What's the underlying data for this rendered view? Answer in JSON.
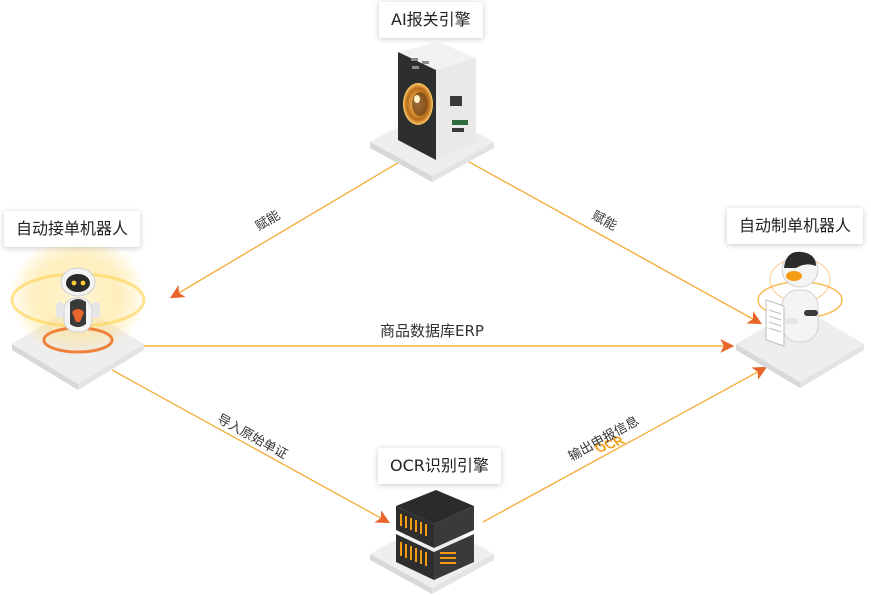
{
  "colors": {
    "arrow": "#f5b041",
    "arrowhead": "#e8652b",
    "platform_top": "#eeeeef",
    "platform_left": "#d8d8da",
    "platform_right": "#e3e3e5",
    "accent_orange": "#f39c12",
    "dark": "#2b2b2b"
  },
  "nodes": {
    "ai_engine": {
      "label": "AI报关引擎",
      "icon": "server-icon"
    },
    "receive_robot": {
      "label": "自动接单机器人",
      "icon": "robot-icon"
    },
    "make_robot": {
      "label": "自动制单机器人",
      "icon": "robot-with-document-icon"
    },
    "ocr_engine": {
      "label": "OCR识别引擎",
      "icon": "ocr-server-icon",
      "chip_text": "OCR"
    }
  },
  "edges": {
    "ai_to_receive": "赋能",
    "ai_to_make": "赋能",
    "receive_to_make": "商品数据库ERP",
    "receive_to_ocr": "导入原始单证",
    "ocr_to_make": "输出申报信息"
  }
}
